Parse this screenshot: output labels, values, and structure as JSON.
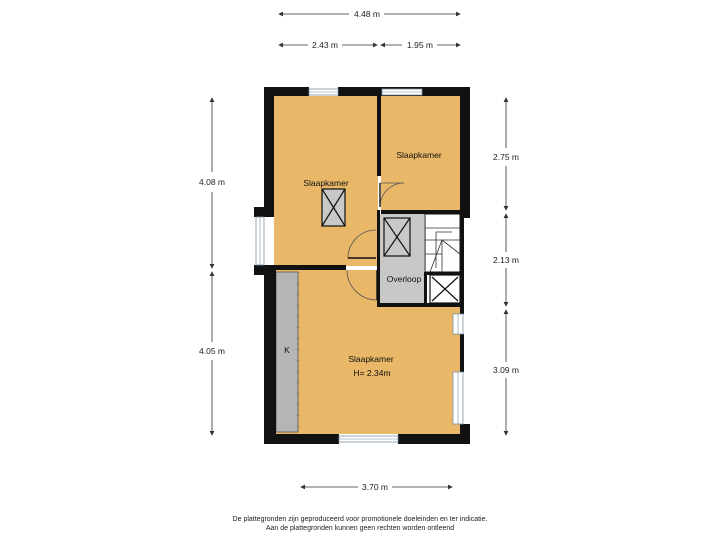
{
  "dimensions": {
    "top_total": "4.48 m",
    "top_left": "2.43 m",
    "top_right": "1.95 m",
    "left_upper": "4.08 m",
    "left_lower": "4.05 m",
    "right_upper": "2.75 m",
    "right_middle": "2.13 m",
    "right_lower": "3.09 m",
    "bottom": "3.70 m"
  },
  "rooms": {
    "bedroom_left_top": "Slaapkamer",
    "bedroom_right_top": "Slaapkamer",
    "landing": "Overloop",
    "bedroom_bottom": "Slaapkamer",
    "bedroom_bottom_height": "H= 2.34m",
    "closet_marker": "K"
  },
  "footer": {
    "line1": "De plattegronden zijn geproduceerd voor promotionele doeleinden en ter indicatie.",
    "line2": "Aan de plattegronden kunnen geen rechten worden ontleend"
  },
  "colors": {
    "room_fill": "#E8B767",
    "wall": "#111111",
    "landing_fill": "#C8C8C8",
    "window": "#BFCBD6",
    "closet_fill": "#B5B5B5"
  }
}
